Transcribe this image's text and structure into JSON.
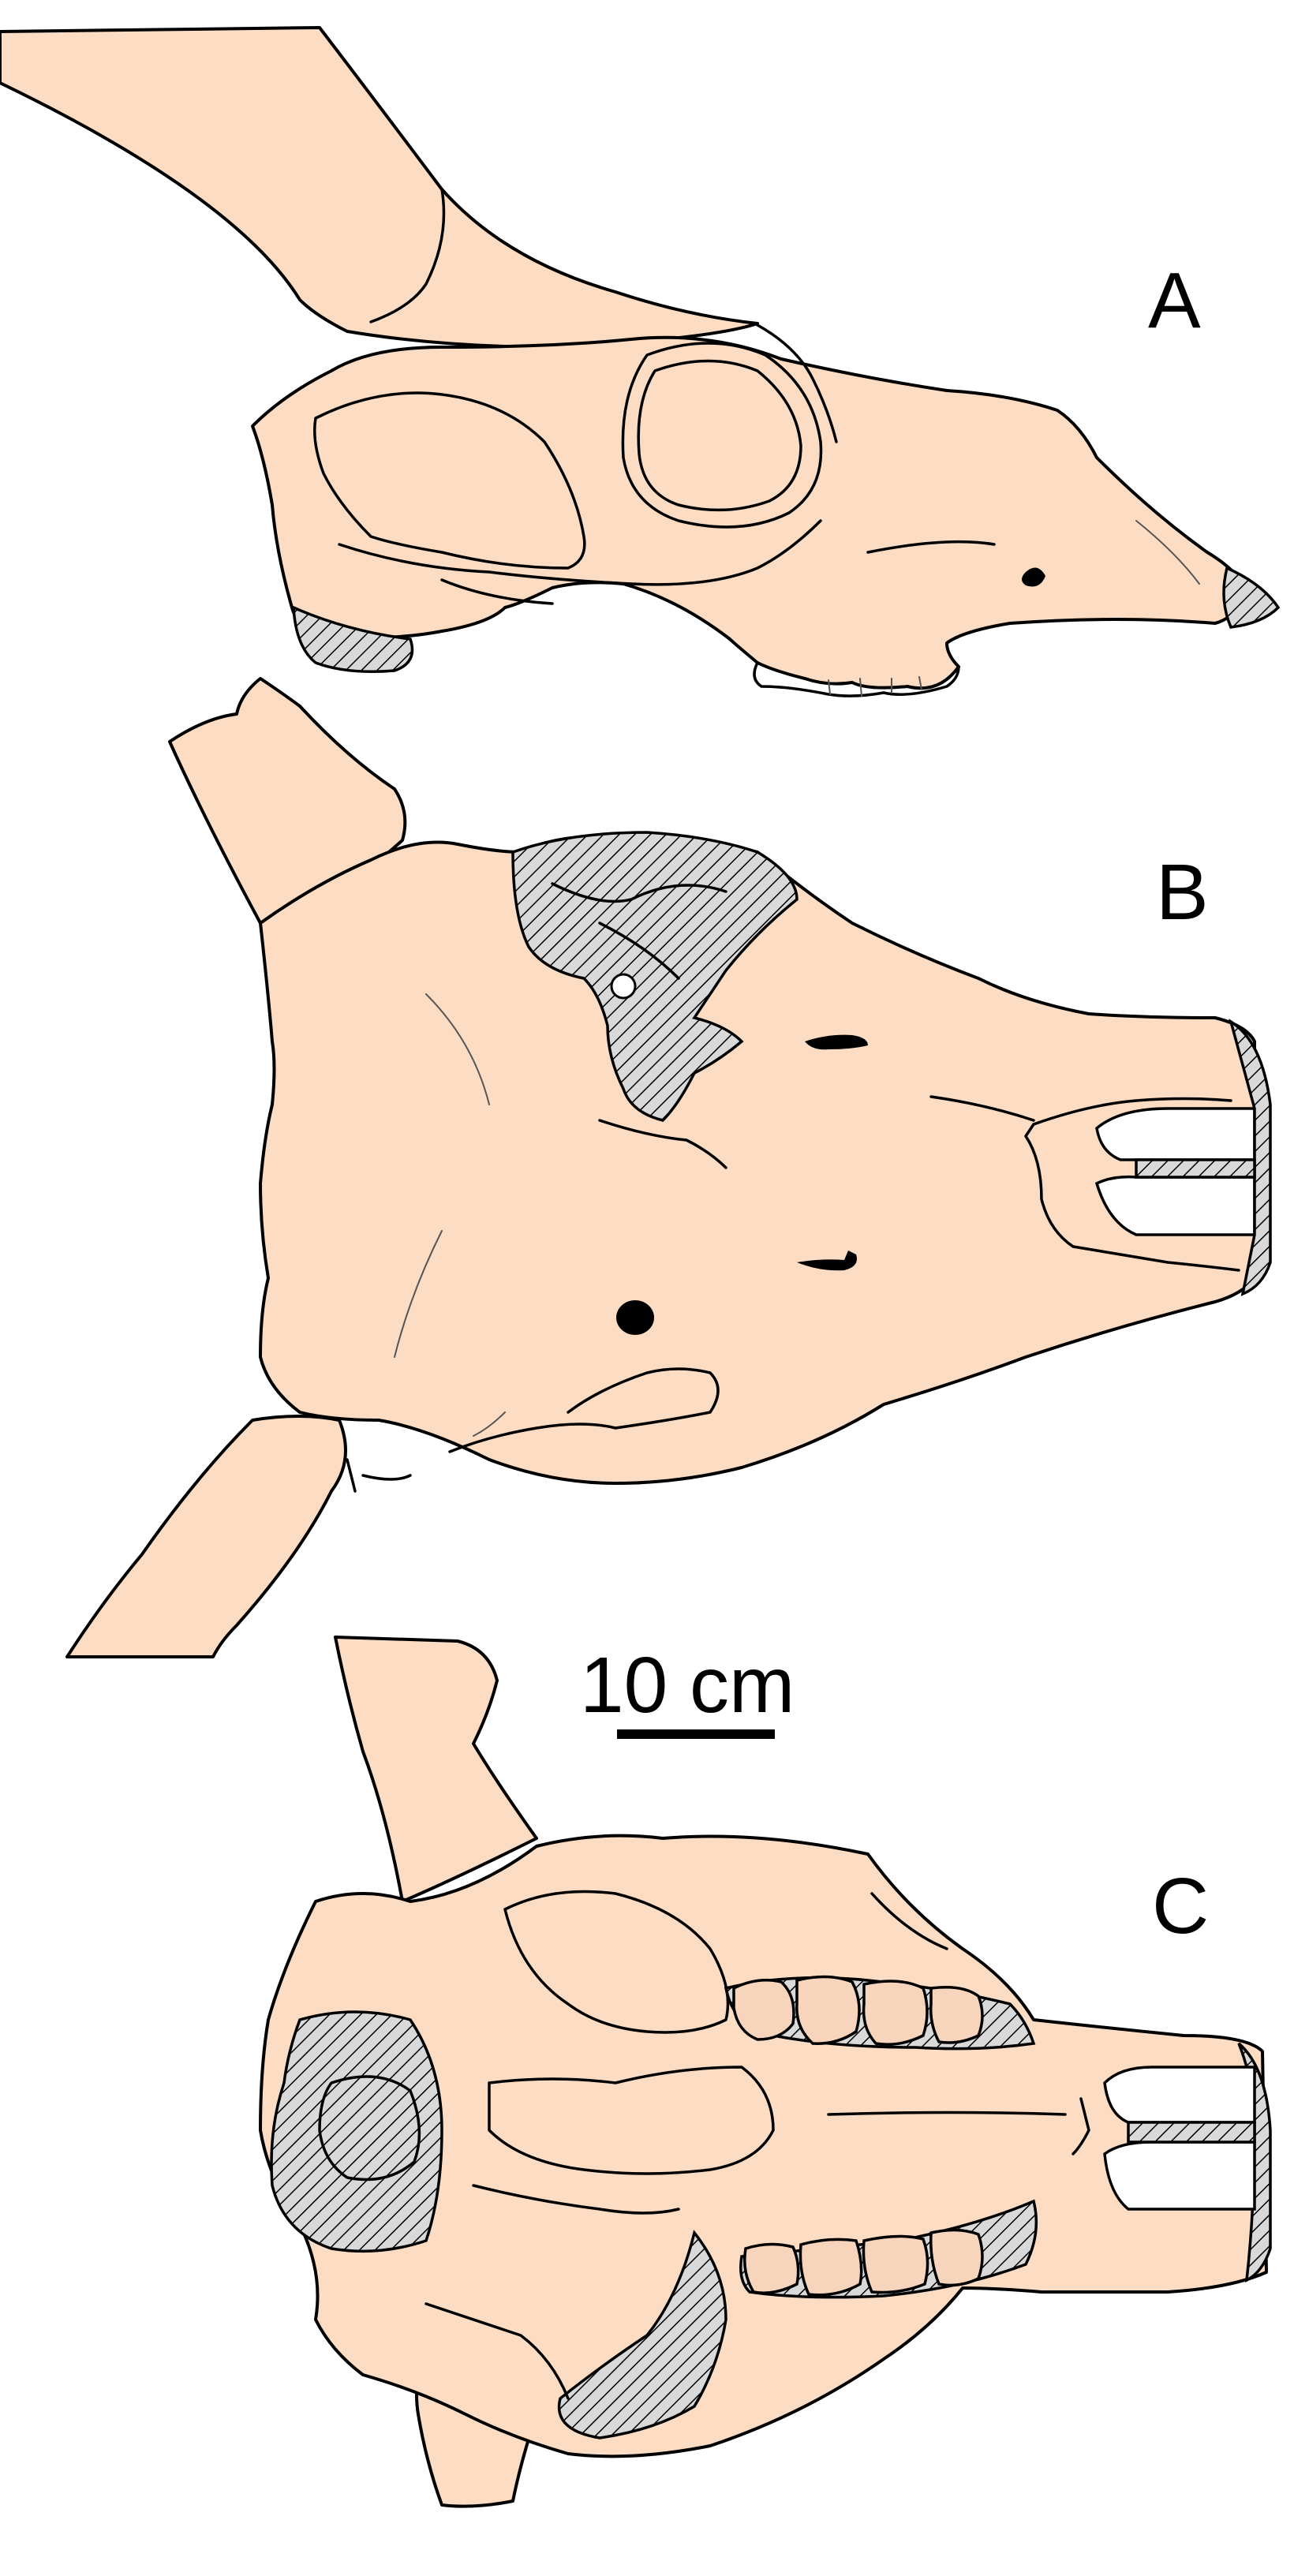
{
  "figure": {
    "colors": {
      "bone_fill": "#fcdcc3",
      "outline": "#000000",
      "hatch_fill": "#d9d9d9",
      "background": "#ffffff"
    },
    "panels": [
      {
        "label": "A",
        "view": "lateral"
      },
      {
        "label": "B",
        "view": "dorsal"
      },
      {
        "label": "C",
        "view": "ventral"
      }
    ],
    "scale_bar": {
      "text": "10 cm",
      "length_cm": 10
    }
  }
}
